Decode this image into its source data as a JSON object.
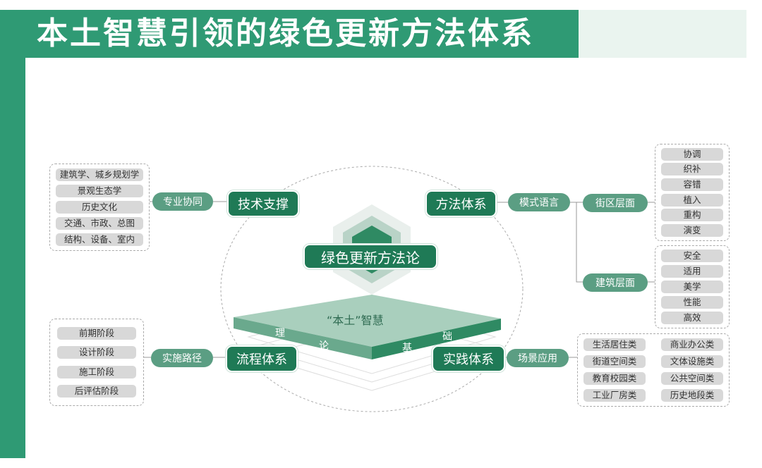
{
  "title": "本土智慧引领的绿色更新方法体系",
  "colors": {
    "primary": "#1f7a56",
    "secondary": "#5b9e83",
    "band": "#2f9a74",
    "pill": "#d8d8d8"
  },
  "center": {
    "label": "绿色更新方法论",
    "plate_label": "“本土”智慧",
    "plate_side": [
      "理",
      "论",
      "基",
      "础"
    ]
  },
  "nodes": {
    "tech": {
      "label": "技术支撑",
      "link": "专业协同",
      "items": [
        "建筑学、城乡规划学",
        "景观生态学",
        "历史文化",
        "交通、市政、总图",
        "结构、设备、室内"
      ]
    },
    "method": {
      "label": "方法体系",
      "link": "模式语言",
      "block": {
        "label": "街区层面",
        "items": [
          "协调",
          "织补",
          "容错",
          "植入",
          "重构",
          "演变"
        ]
      },
      "building": {
        "label": "建筑层面",
        "items": [
          "安全",
          "适用",
          "美学",
          "性能",
          "高效"
        ]
      }
    },
    "process": {
      "label": "流程体系",
      "link": "实施路径",
      "items": [
        "前期阶段",
        "设计阶段",
        "施工阶段",
        "后评估阶段"
      ]
    },
    "practice": {
      "label": "实践体系",
      "link": "场景应用",
      "items": [
        "生活居住类",
        "商业办公类",
        "街道空间类",
        "文体设施类",
        "教育校园类",
        "公共空间类",
        "工业厂房类",
        "历史地段类"
      ]
    }
  }
}
